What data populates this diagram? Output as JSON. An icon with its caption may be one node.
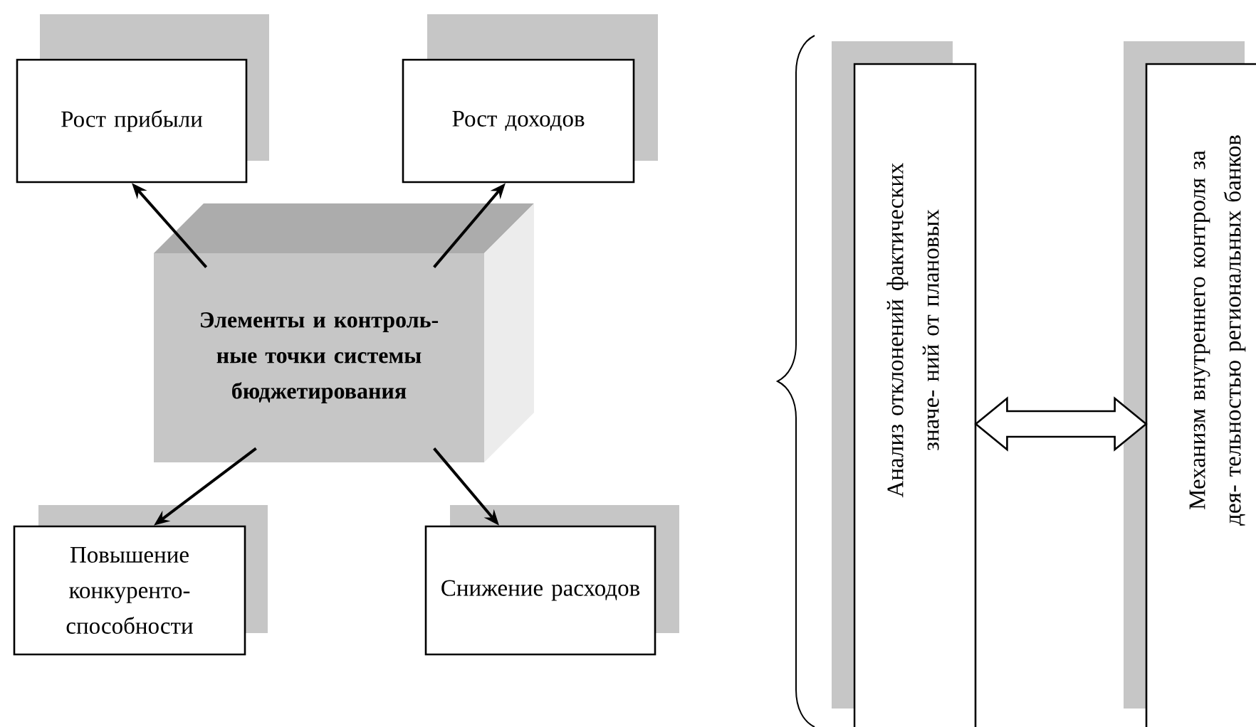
{
  "diagram": {
    "nodes": [
      {
        "text": [
          "Элементы и контроль- ные точки системы бюджетирования"
        ]
      },
      {
        "text": [
          "Рост прибыли"
        ]
      },
      {
        "text": [
          "Рост доходов"
        ]
      },
      {
        "text": [
          "Повышение конкуренто- способности"
        ]
      },
      {
        "text": [
          "Снижение расходов"
        ]
      },
      {
        "text": [
          "Анализ отклонений фактических значе- ний от плановых"
        ]
      },
      {
        "text": [
          "Механизм внутреннего контроля за дея- тельностью региональных банков"
        ]
      }
    ],
    "edges": [
      {
        "from": 0,
        "to": 1,
        "arrow": "to"
      },
      {
        "from": 0,
        "to": 2,
        "arrow": "to"
      },
      {
        "from": 0,
        "to": 3,
        "arrow": "to"
      },
      {
        "from": 0,
        "to": 4,
        "arrow": "to"
      },
      {
        "from": 5,
        "to": 6,
        "arrow": "both"
      }
    ]
  }
}
